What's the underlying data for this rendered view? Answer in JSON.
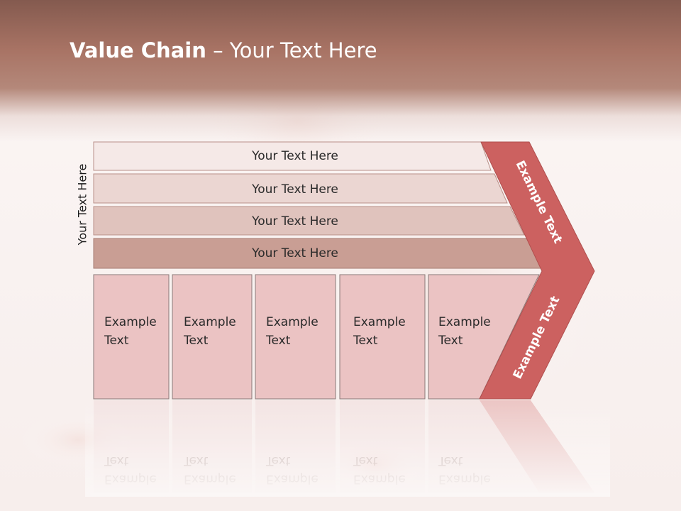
{
  "title": {
    "bold": "Value Chain",
    "rest": " – Your Text Here"
  },
  "side_label": "Your Text Here",
  "rows": [
    "Your Text Here",
    "Your Text Here",
    "Your Text Here",
    "Your Text Here"
  ],
  "cells": [
    [
      "Example",
      "Text"
    ],
    [
      "Example",
      "Text"
    ],
    [
      "Example",
      "Text"
    ],
    [
      "Example",
      "Text"
    ],
    [
      "Example",
      "Text"
    ]
  ],
  "arrow_labels": {
    "upper": "Example Text",
    "lower": "Example Text"
  },
  "colors": {
    "row_fills": [
      "#f5e9e7",
      "#ebd6d2",
      "#e0c3bd",
      "#c99e94"
    ],
    "cell_fill": "#ebc3c3",
    "arrow_fill": "#cc6160"
  }
}
